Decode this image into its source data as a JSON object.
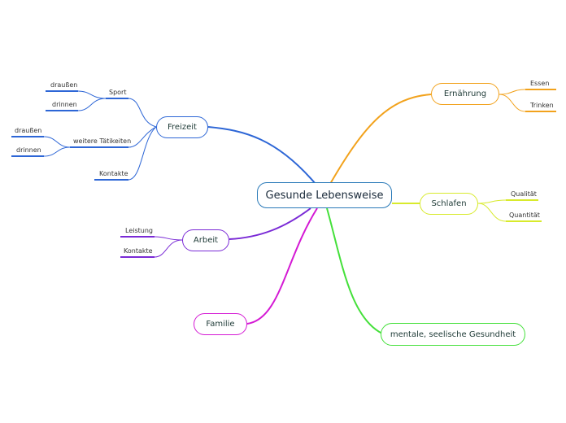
{
  "central": "Gesunde Lebensweise",
  "colors": {
    "central": "#2a7ab8",
    "freizeit": "#2d66d6",
    "ernaehrung": "#f2a21c",
    "schlafen": "#d8ea2c",
    "arbeit": "#7a2ad6",
    "familie": "#d41ad4",
    "mental": "#44e03a"
  },
  "branches": {
    "freizeit": {
      "label": "Freizeit",
      "sport": "Sport",
      "sport_children": [
        "draußen",
        "drinnen"
      ],
      "weitere": "weitere Tätikeiten",
      "weitere_children": [
        "draußen",
        "drinnen"
      ],
      "kontakte": "Kontakte"
    },
    "ernaehrung": {
      "label": "Ernährung",
      "children": [
        "Essen",
        "Trinken"
      ]
    },
    "schlafen": {
      "label": "Schlafen",
      "children": [
        "Qualität",
        "Quantität"
      ]
    },
    "arbeit": {
      "label": "Arbeit",
      "children": [
        "Leistung",
        "Kontakte"
      ]
    },
    "familie": {
      "label": "Familie"
    },
    "mental": {
      "label": "mentale, seelische Gesundheit"
    }
  }
}
